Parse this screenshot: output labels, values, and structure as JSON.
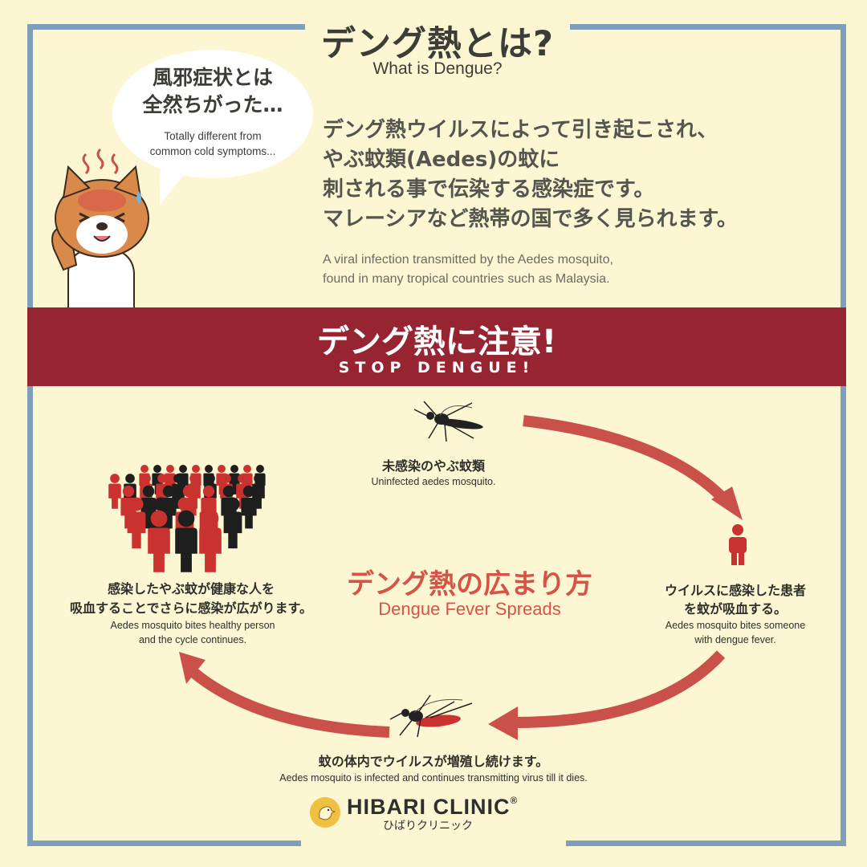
{
  "header": {
    "title": "デング熱とは?",
    "subtitle": "What is Dengue?"
  },
  "bubble": {
    "jp_line1": "風邪症状とは",
    "jp_line2": "全然ちがった…",
    "en_line1": "Totally different from",
    "en_line2": "common cold symptoms..."
  },
  "description": {
    "jp": [
      "デング熱ウイルスによって引き起こされ、",
      "やぶ蚊類(Aedes)の蚊に",
      "刺される事で伝染する感染症です。",
      "マレーシアなど熱帯の国で多く見られます。"
    ],
    "en": [
      "A viral infection transmitted by the Aedes mosquito,",
      "found in many tropical countries such as Malaysia."
    ]
  },
  "banner": {
    "jp": "デング熱に注意!",
    "en": "STOP DENGUE!"
  },
  "cycle": {
    "center_jp": "デング熱の広まり方",
    "center_en": "Dengue Fever Spreads",
    "step1": {
      "jp": "未感染のやぶ蚊類",
      "en": "Uninfected aedes mosquito."
    },
    "step2": {
      "jp_line1": "ウイルスに感染した患者",
      "jp_line2": "を蚊が吸血する。",
      "en_line1": "Aedes mosquito bites someone",
      "en_line2": "with dengue fever."
    },
    "step3": {
      "jp": "蚊の体内でウイルスが増殖し続けます。",
      "en": "Aedes mosquito is infected and continues transmitting virus till it dies."
    },
    "step4": {
      "jp_line1": "感染したやぶ蚊が健康な人を",
      "jp_line2": "吸血することでさらに感染が広がります。",
      "en_line1": "Aedes mosquito bites healthy person",
      "en_line2": "and the cycle continues."
    }
  },
  "footer": {
    "clinic_name": "HIBARI CLINIC",
    "registered": "®",
    "clinic_kana": "ひばりクリニック"
  },
  "colors": {
    "background": "#fdf6d3",
    "frame": "#7e9fb9",
    "banner": "#962431",
    "accent_red": "#d65447",
    "arrow_red": "#c9514a",
    "person_red": "#c9322e",
    "person_black": "#1e1e1e",
    "logo_yellow": "#f0c041"
  }
}
